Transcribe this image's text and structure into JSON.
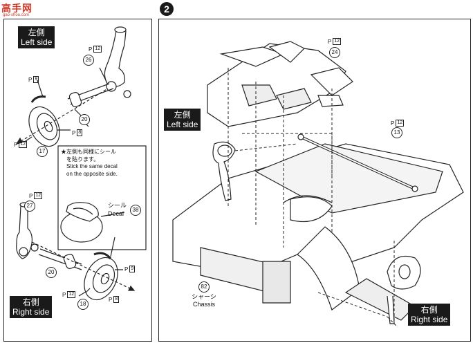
{
  "watermark": {
    "text": "高手网",
    "url": "gao-shou.com"
  },
  "step": {
    "number": "2"
  },
  "left_panel": {
    "left_side_label_jp": "左側",
    "left_side_label_en": "Left side",
    "right_side_label_jp": "右側",
    "right_side_label_en": "Right side",
    "note_jp_1": "★左側も同様にシール",
    "note_jp_2": "を貼ります。",
    "note_en_1": "Stick the same decal",
    "note_en_2": "on the opposite side.",
    "decal_jp": "シール",
    "decal_en": "Decal",
    "decal_num": "38",
    "parts": {
      "p_prefix": "P",
      "p12": "12",
      "p9": "9",
      "p8": "8",
      "n26": "26",
      "n20": "20",
      "n17": "17",
      "n27": "27",
      "n18": "18"
    }
  },
  "right_panel": {
    "left_side_label_jp": "左側",
    "left_side_label_en": "Left side",
    "right_side_label_jp": "右側",
    "right_side_label_en": "Right side",
    "chassis_num": "82",
    "chassis_jp": "シャーシ",
    "chassis_en": "Chassis",
    "parts": {
      "p_prefix": "P",
      "p12": "12",
      "n24": "24",
      "n13": "13"
    }
  },
  "colors": {
    "ink": "#1a1a1a",
    "watermark": "#d23b2a"
  }
}
